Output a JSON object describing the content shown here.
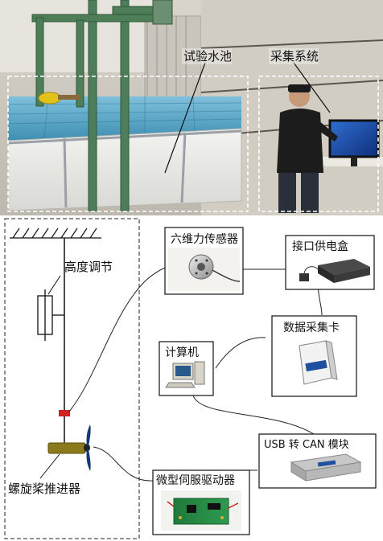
{
  "photo": {
    "labels": {
      "pool": "试验水池",
      "acquisition": "采集系统"
    }
  },
  "diagram": {
    "height_adjust": "高度调节",
    "propeller": "螺旋桨推进器",
    "six_axis_sensor": "六维力传感器",
    "power_box": "接口供电盒",
    "daq_card": "数据采集卡",
    "computer": "计算机",
    "usb_can": "USB 转 CAN 模块",
    "servo_driver": "微型伺服驱动器"
  },
  "colors": {
    "connector_red": "#d32020",
    "propeller_body": "#8a7a1c",
    "propeller_blade": "#123a7a",
    "frame_green": "#4e7e58",
    "pool_water": "#5aa7c8"
  }
}
